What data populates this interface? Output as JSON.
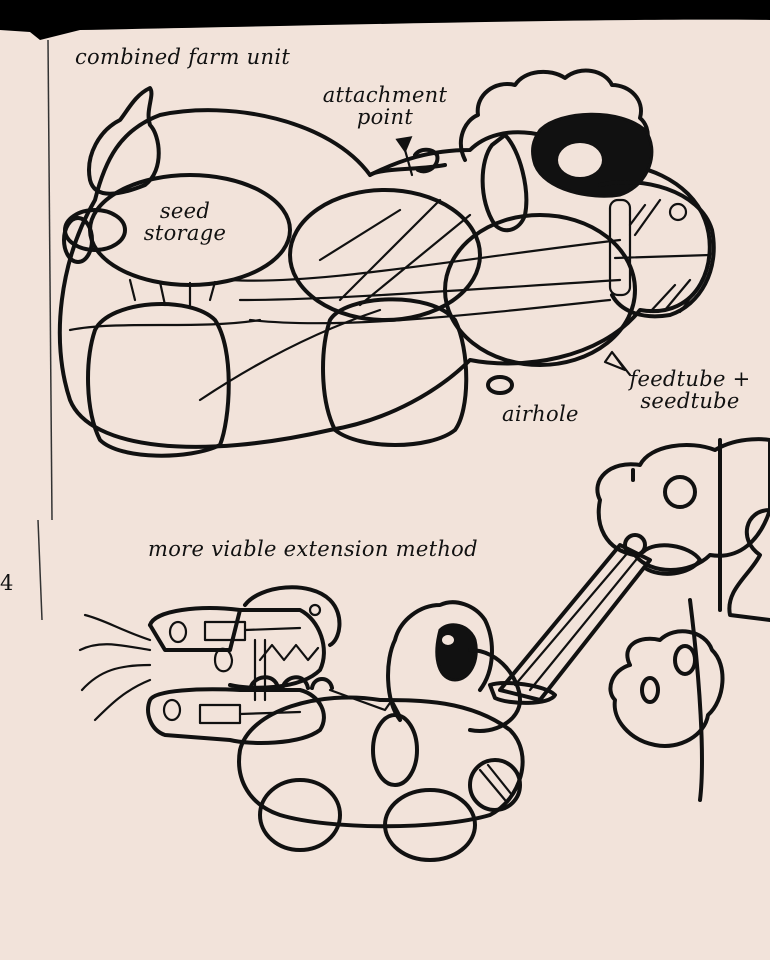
{
  "colors": {
    "paper": "#f2e3da",
    "ink": "#111111",
    "frame": "#000000"
  },
  "labels": {
    "combined_farm_unit": "combined farm unit",
    "attachment_point_line1": "attachment",
    "attachment_point_line2": "point",
    "seed_storage_line1": "seed",
    "seed_storage_line2": "storage",
    "feedtube_line1": "feedtube +",
    "feedtube_line2": "seedtube",
    "airhole": "airhole",
    "extension_method": "more viable extension method",
    "margin_mark": "4"
  }
}
